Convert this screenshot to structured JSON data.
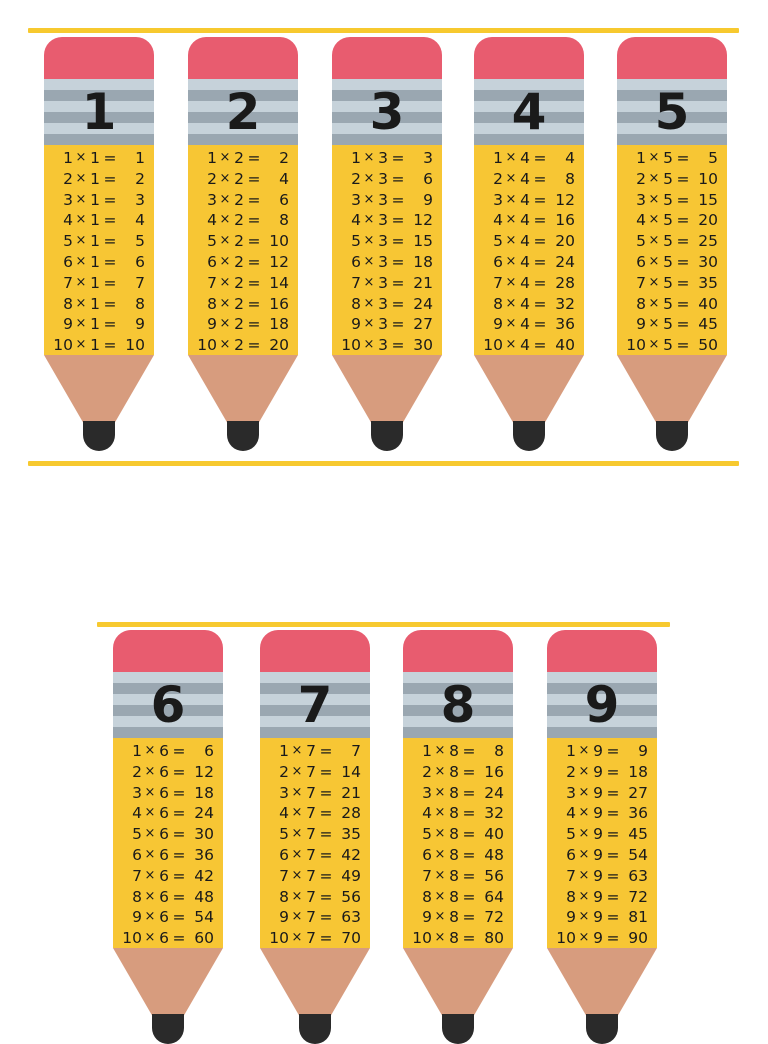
{
  "tables": [
    {
      "number": "1",
      "rows": [
        [
          "1",
          "×",
          "1",
          "=",
          "1"
        ],
        [
          "2",
          "×",
          "1",
          "=",
          "2"
        ],
        [
          "3",
          "×",
          "1",
          "=",
          "3"
        ],
        [
          "4",
          "×",
          "1",
          "=",
          "4"
        ],
        [
          "5",
          "×",
          "1",
          "=",
          "5"
        ],
        [
          "6",
          "×",
          "1",
          "=",
          "6"
        ],
        [
          "7",
          "×",
          "1",
          "=",
          "7"
        ],
        [
          "8",
          "×",
          "1",
          "=",
          "8"
        ],
        [
          "9",
          "×",
          "1",
          "=",
          "9"
        ],
        [
          "10",
          "×",
          "1",
          "=",
          "10"
        ]
      ]
    },
    {
      "number": "2",
      "rows": [
        [
          "1",
          "×",
          "2",
          "=",
          "2"
        ],
        [
          "2",
          "×",
          "2",
          "=",
          "4"
        ],
        [
          "3",
          "×",
          "2",
          "=",
          "6"
        ],
        [
          "4",
          "×",
          "2",
          "=",
          "8"
        ],
        [
          "5",
          "×",
          "2",
          "=",
          "10"
        ],
        [
          "6",
          "×",
          "2",
          "=",
          "12"
        ],
        [
          "7",
          "×",
          "2",
          "=",
          "14"
        ],
        [
          "8",
          "×",
          "2",
          "=",
          "16"
        ],
        [
          "9",
          "×",
          "2",
          "=",
          "18"
        ],
        [
          "10",
          "×",
          "2",
          "=",
          "20"
        ]
      ]
    },
    {
      "number": "3",
      "rows": [
        [
          "1",
          "×",
          "3",
          "=",
          "3"
        ],
        [
          "2",
          "×",
          "3",
          "=",
          "6"
        ],
        [
          "3",
          "×",
          "3",
          "=",
          "9"
        ],
        [
          "4",
          "×",
          "3",
          "=",
          "12"
        ],
        [
          "5",
          "×",
          "3",
          "=",
          "15"
        ],
        [
          "6",
          "×",
          "3",
          "=",
          "18"
        ],
        [
          "7",
          "×",
          "3",
          "=",
          "21"
        ],
        [
          "8",
          "×",
          "3",
          "=",
          "24"
        ],
        [
          "9",
          "×",
          "3",
          "=",
          "27"
        ],
        [
          "10",
          "×",
          "3",
          "=",
          "30"
        ]
      ]
    },
    {
      "number": "4",
      "rows": [
        [
          "1",
          "×",
          "4",
          "=",
          "4"
        ],
        [
          "2",
          "×",
          "4",
          "=",
          "8"
        ],
        [
          "3",
          "×",
          "4",
          "=",
          "12"
        ],
        [
          "4",
          "×",
          "4",
          "=",
          "16"
        ],
        [
          "5",
          "×",
          "4",
          "=",
          "20"
        ],
        [
          "6",
          "×",
          "4",
          "=",
          "24"
        ],
        [
          "7",
          "×",
          "4",
          "=",
          "28"
        ],
        [
          "8",
          "×",
          "4",
          "=",
          "32"
        ],
        [
          "9",
          "×",
          "4",
          "=",
          "36"
        ],
        [
          "10",
          "×",
          "4",
          "=",
          "40"
        ]
      ]
    },
    {
      "number": "5",
      "rows": [
        [
          "1",
          "×",
          "5",
          "=",
          "5"
        ],
        [
          "2",
          "×",
          "5",
          "=",
          "10"
        ],
        [
          "3",
          "×",
          "5",
          "=",
          "15"
        ],
        [
          "4",
          "×",
          "5",
          "=",
          "20"
        ],
        [
          "5",
          "×",
          "5",
          "=",
          "25"
        ],
        [
          "6",
          "×",
          "5",
          "=",
          "30"
        ],
        [
          "7",
          "×",
          "5",
          "=",
          "35"
        ],
        [
          "8",
          "×",
          "5",
          "=",
          "40"
        ],
        [
          "9",
          "×",
          "5",
          "=",
          "45"
        ],
        [
          "10",
          "×",
          "5",
          "=",
          "50"
        ]
      ]
    },
    {
      "number": "6",
      "rows": [
        [
          "1",
          "×",
          "6",
          "=",
          "6"
        ],
        [
          "2",
          "×",
          "6",
          "=",
          "12"
        ],
        [
          "3",
          "×",
          "6",
          "=",
          "18"
        ],
        [
          "4",
          "×",
          "6",
          "=",
          "24"
        ],
        [
          "5",
          "×",
          "6",
          "=",
          "30"
        ],
        [
          "6",
          "×",
          "6",
          "=",
          "36"
        ],
        [
          "7",
          "×",
          "6",
          "=",
          "42"
        ],
        [
          "8",
          "×",
          "6",
          "=",
          "48"
        ],
        [
          "9",
          "×",
          "6",
          "=",
          "54"
        ],
        [
          "10",
          "×",
          "6",
          "=",
          "60"
        ]
      ]
    },
    {
      "number": "7",
      "rows": [
        [
          "1",
          "×",
          "7",
          "=",
          "7"
        ],
        [
          "2",
          "×",
          "7",
          "=",
          "14"
        ],
        [
          "3",
          "×",
          "7",
          "=",
          "21"
        ],
        [
          "4",
          "×",
          "7",
          "=",
          "28"
        ],
        [
          "5",
          "×",
          "7",
          "=",
          "35"
        ],
        [
          "6",
          "×",
          "7",
          "=",
          "42"
        ],
        [
          "7",
          "×",
          "7",
          "=",
          "49"
        ],
        [
          "8",
          "×",
          "7",
          "=",
          "56"
        ],
        [
          "9",
          "×",
          "7",
          "=",
          "63"
        ],
        [
          "10",
          "×",
          "7",
          "=",
          "70"
        ]
      ]
    },
    {
      "number": "8",
      "rows": [
        [
          "1",
          "×",
          "8",
          "=",
          "8"
        ],
        [
          "2",
          "×",
          "8",
          "=",
          "16"
        ],
        [
          "3",
          "×",
          "8",
          "=",
          "24"
        ],
        [
          "4",
          "×",
          "8",
          "=",
          "32"
        ],
        [
          "5",
          "×",
          "8",
          "=",
          "40"
        ],
        [
          "6",
          "×",
          "8",
          "=",
          "48"
        ],
        [
          "7",
          "×",
          "8",
          "=",
          "56"
        ],
        [
          "8",
          "×",
          "8",
          "=",
          "64"
        ],
        [
          "9",
          "×",
          "8",
          "=",
          "72"
        ],
        [
          "10",
          "×",
          "8",
          "=",
          "80"
        ]
      ]
    },
    {
      "number": "9",
      "rows": [
        [
          "1",
          "×",
          "9",
          "=",
          "9"
        ],
        [
          "2",
          "×",
          "9",
          "=",
          "18"
        ],
        [
          "3",
          "×",
          "9",
          "=",
          "27"
        ],
        [
          "4",
          "×",
          "9",
          "=",
          "36"
        ],
        [
          "5",
          "×",
          "9",
          "=",
          "45"
        ],
        [
          "6",
          "×",
          "9",
          "=",
          "54"
        ],
        [
          "7",
          "×",
          "9",
          "=",
          "63"
        ],
        [
          "8",
          "×",
          "9",
          "=",
          "72"
        ],
        [
          "9",
          "×",
          "9",
          "=",
          "81"
        ],
        [
          "10",
          "×",
          "9",
          "=",
          "90"
        ]
      ]
    }
  ],
  "colors": {
    "eraser": "#e85c6f",
    "ferrule_light": "#c6d2da",
    "ferrule_dark": "#9aa7b1",
    "pencil_body": "#f7c634",
    "wood": "#d79c7e",
    "graphite": "#2a2a2a",
    "rule": "#f7c92f"
  }
}
